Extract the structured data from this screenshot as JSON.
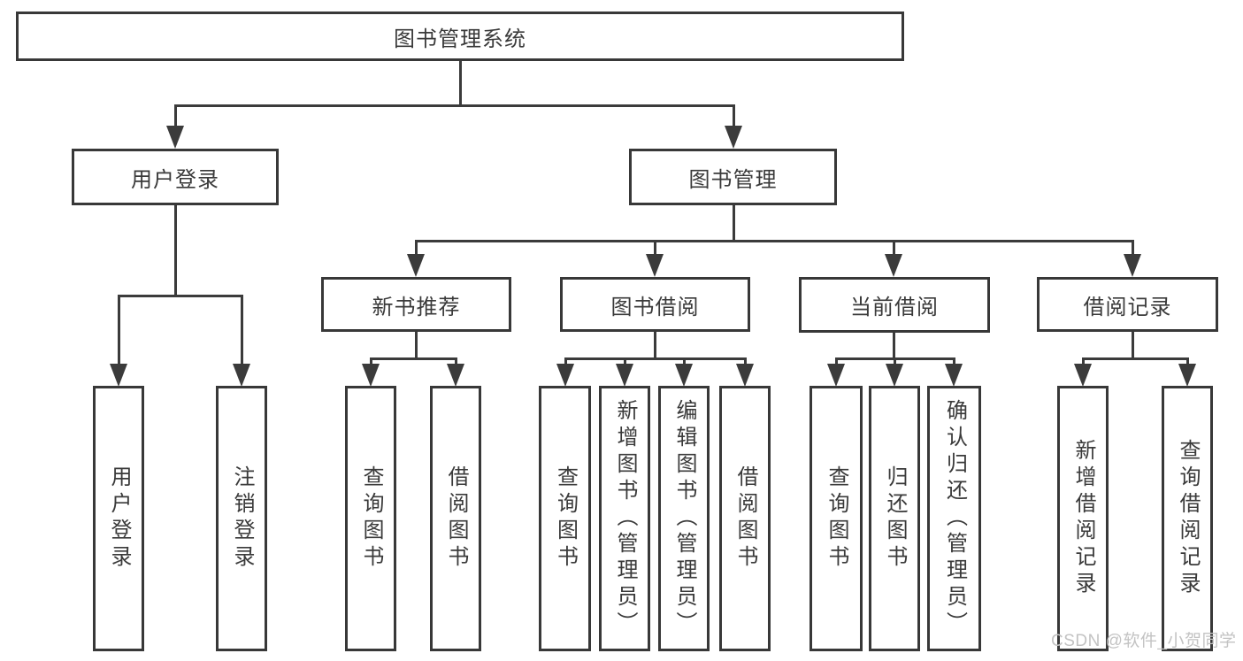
{
  "diagram": {
    "title": "图书管理系统",
    "type": "functional-structure-tree"
  },
  "nodes": {
    "root": {
      "label": "图书管理系统"
    },
    "user_login": {
      "label": "用户登录"
    },
    "book_mgmt": {
      "label": "图书管理"
    },
    "leaf_user_login": {
      "label": "用户登录"
    },
    "leaf_logout": {
      "label": "注销登录"
    },
    "new_book_rec": {
      "label": "新书推荐"
    },
    "book_borrow": {
      "label": "图书借阅"
    },
    "current_borrow": {
      "label": "当前借阅"
    },
    "borrow_records": {
      "label": "借阅记录"
    },
    "nb_query": {
      "label": "查询图书"
    },
    "nb_borrow": {
      "label": "借阅图书"
    },
    "bb_query": {
      "label": "查询图书"
    },
    "bb_add": {
      "label": "新增图书（管理员）"
    },
    "bb_edit": {
      "label": "编辑图书（管理员）"
    },
    "bb_borrow": {
      "label": "借阅图书"
    },
    "cb_query": {
      "label": "查询图书"
    },
    "cb_return": {
      "label": "归还图书"
    },
    "cb_confirm": {
      "label": "确认归还（管理员）"
    },
    "br_add": {
      "label": "新增借阅记录"
    },
    "br_query": {
      "label": "查询借阅记录"
    }
  },
  "hierarchy": {
    "图书管理系统": {
      "用户登录": [
        "用户登录",
        "注销登录"
      ],
      "图书管理": {
        "新书推荐": [
          "查询图书",
          "借阅图书"
        ],
        "图书借阅": [
          "查询图书",
          "新增图书（管理员）",
          "编辑图书（管理员）",
          "借阅图书"
        ],
        "当前借阅": [
          "查询图书",
          "归还图书",
          "确认归还（管理员）"
        ],
        "借阅记录": [
          "新增借阅记录",
          "查询借阅记录"
        ]
      }
    }
  },
  "watermark": {
    "text": "CSDN @软件_小贺同学",
    "color": "#c3c3c3"
  },
  "colors": {
    "background": "#ffffff",
    "box_border": "#383838",
    "line": "#3b3b3b",
    "text": "#3a3a3a"
  }
}
